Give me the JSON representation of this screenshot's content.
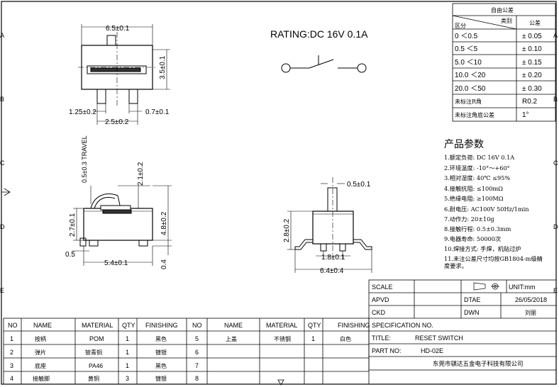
{
  "rating": "RATING:DC  16V  0.1A",
  "dims": {
    "top_width": "6.5±0.1",
    "top_height": "3.5±0.1",
    "top_left": "1.25±0.2",
    "top_pitch": "2.5±0.2",
    "top_right": "0.7±0.1",
    "travel": "0.5±0.3  TRAVEL",
    "side_top": "2.1±0.2",
    "side_left_h": "2.7±0.1",
    "side_right_h": "4.8±0.2",
    "side_left_pin": "0.5",
    "side_bottom": "5.4±0.1",
    "side_pin_h": "0.4",
    "front_shaft": "0.5±0.1",
    "front_height": "2.8±0.2",
    "front_pitch": "1.8±0.1",
    "front_width": "6.4±0.4"
  },
  "tolerance": {
    "title": "自由公差",
    "head_cat": "类别",
    "head_range": "区分",
    "head_tol": "公差",
    "rows": [
      {
        "range": "0    ＜0.5",
        "tol": "± 0.05"
      },
      {
        "range": "0.5    ＜5",
        "tol": "± 0.10"
      },
      {
        "range": "5.0    ＜10",
        "tol": "± 0.15"
      },
      {
        "range": "10.0   ＜20",
        "tol": "± 0.20"
      },
      {
        "range": "20.0   ＜50",
        "tol": "± 0.30"
      },
      {
        "range": "未标注R角",
        "tol": "R0.2"
      },
      {
        "range": "未标注角底公差",
        "tol": "1°"
      }
    ]
  },
  "params": {
    "title": "产品参数",
    "lines": [
      "1.额定负荷:    DC  16V  0.1A",
      "2.环境温度:    -10°～+60°",
      "3.相对湿度:    40℃  ≤95%",
      "4.接触抗阻:    ≤100mΩ",
      "5.绝缘电阻:    ≥100MΩ",
      "6.耐电压:       AC100V  50Hz/1min",
      "7.动作力:       20±10g",
      "8.接触行程:    0.5±0.3mm",
      "9.电器寿命:    50000次",
      "10.焊接方式:  手焊，机贴过炉",
      "11.未注公差尺寸均按GB1804-m级精",
      "度要求。"
    ]
  },
  "title_block": {
    "scale": "SCALE",
    "unit": "UNIT:mm",
    "apvd": "APVD",
    "dtae": "DTAE",
    "date": "26/05/2018",
    "ckd": "CKD",
    "dwn": "DWN",
    "drawer": "刘丽",
    "spec": "SPECIFICATION NO.",
    "title_label": "TITLE:",
    "title_value": "RESET  SWITCH",
    "part_label": "PART  NO:",
    "part_value": "HD-02E",
    "company": "东莞市骐达五金电子科技有限公司"
  },
  "bom": {
    "headers": [
      "NO",
      "NAME",
      "MATERIAL",
      "QTY",
      "FINISHING",
      "NO",
      "NAME",
      "MATERIAL",
      "QTY",
      "FINISHING"
    ],
    "rows": [
      [
        "1",
        "按柄",
        "POM",
        "1",
        "黑色",
        "5",
        "上盖",
        "不锈钢",
        "1",
        "白色"
      ],
      [
        "2",
        "弹片",
        "铍青铜",
        "1",
        "镀银",
        "6",
        "",
        "",
        "",
        ""
      ],
      [
        "3",
        "底座",
        "PA46",
        "1",
        "黑色",
        "7",
        "",
        "",
        "",
        ""
      ],
      [
        "4",
        "接触脚",
        "黄铜",
        "3",
        "镀银",
        "8",
        "",
        "",
        "",
        ""
      ]
    ]
  },
  "border_letters": [
    "A",
    "B",
    "C",
    "D",
    "E"
  ]
}
